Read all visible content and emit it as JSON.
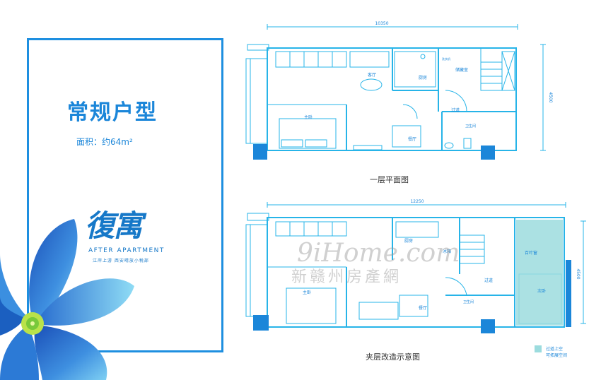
{
  "title": "常规户型",
  "area": "面积：约64m²",
  "logo": {
    "cn": "復寓",
    "en": "AFTER APARTMENT",
    "sub": "江岸上游  西安晴放小税部"
  },
  "plan1": {
    "caption": "一层平面图",
    "width_dim": "10350",
    "height_dim": "4500",
    "rooms": {
      "living": "客厅",
      "kitchen": "厨房",
      "storage": "储藏室",
      "bedroom": "主卧",
      "corridor": "过道",
      "bathroom": "卫生间",
      "dining": "餐厅",
      "washer": "洗衣机"
    }
  },
  "plan2": {
    "caption": "夹层改造示意图",
    "width_dim": "12250",
    "height_dim": "4500",
    "rooms": {
      "kitchen": "厨房",
      "fridge": "冰箱",
      "blinds": "百叶窗",
      "bedroom": "主卧",
      "corridor": "过道",
      "bathroom": "卫生间",
      "dining": "餐厅",
      "second_bedroom": "次卧"
    }
  },
  "legend": {
    "line1": "过道上空",
    "line2": "可拓展空间"
  },
  "watermark": {
    "line1": "9iHome.com",
    "line2": "新赣州房產網"
  },
  "colors": {
    "primary": "#1b86d9",
    "border": "#1e8fe0",
    "plan": "#27b4e8",
    "highlight": "#9cdcde",
    "flower": "#2f79cf"
  }
}
